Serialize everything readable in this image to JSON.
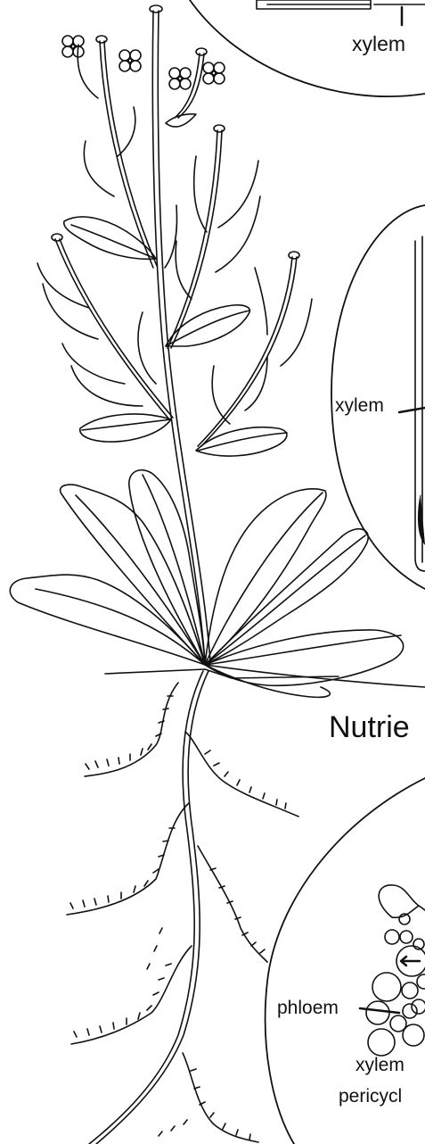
{
  "diagram": {
    "labels": {
      "top_xylem": "xylem",
      "mid_xylem": "xylem",
      "section_heading": "Nutrie",
      "root_phloem": "phloem",
      "root_xylem": "xylem",
      "root_pericycle": "pericycl"
    },
    "colors": {
      "stroke": "#111111",
      "fill": "#ffffff"
    }
  }
}
